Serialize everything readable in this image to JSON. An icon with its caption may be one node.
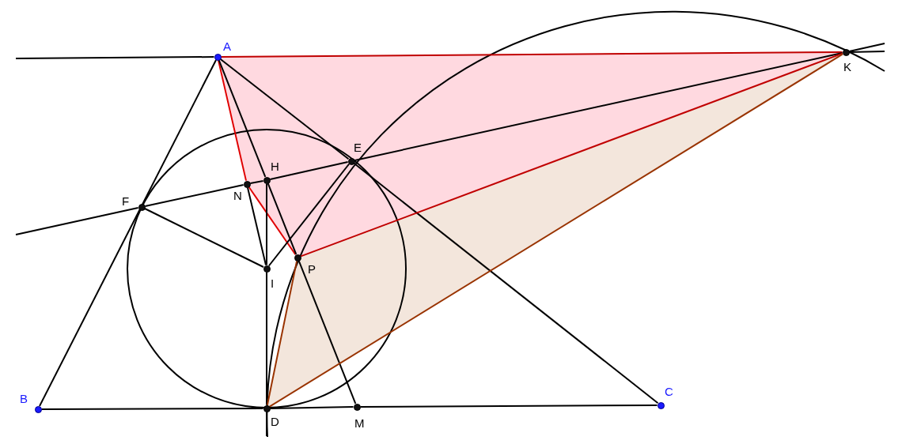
{
  "diagram": {
    "nodes": [
      {
        "text": [
          "A"
        ]
      },
      {
        "text": [
          "K"
        ]
      },
      {
        "text": [
          "E"
        ]
      },
      {
        "text": [
          "H"
        ]
      },
      {
        "text": [
          "N"
        ]
      },
      {
        "text": [
          "F"
        ]
      },
      {
        "text": [
          "P"
        ]
      },
      {
        "text": [
          "I"
        ]
      },
      {
        "text": [
          "B"
        ]
      },
      {
        "text": [
          "C"
        ]
      },
      {
        "text": [
          "D"
        ]
      },
      {
        "text": [
          "M"
        ]
      }
    ],
    "edges": [
      {
        "from": null,
        "to": 0,
        "arrow": "none"
      },
      {
        "from": 0,
        "to": 1,
        "arrow": "none",
        "color": "#c00000"
      },
      {
        "from": 1,
        "to": null,
        "arrow": "none"
      },
      {
        "from": 0,
        "to": 8,
        "arrow": "none"
      },
      {
        "from": 8,
        "to": 10,
        "arrow": "none"
      },
      {
        "from": 10,
        "to": 11,
        "arrow": "none"
      },
      {
        "from": 11,
        "to": 9,
        "arrow": "none"
      },
      {
        "from": 0,
        "to": 2,
        "arrow": "none"
      },
      {
        "from": 2,
        "to": 9,
        "arrow": "none"
      },
      {
        "from": null,
        "to": 5,
        "arrow": "none"
      },
      {
        "from": 5,
        "to": 4,
        "arrow": "none"
      },
      {
        "from": 4,
        "to": 3,
        "arrow": "none"
      },
      {
        "from": 3,
        "to": 2,
        "arrow": "none"
      },
      {
        "from": 2,
        "to": 1,
        "arrow": "none"
      },
      {
        "from": 1,
        "to": null,
        "arrow": "none"
      },
      {
        "from": 0,
        "to": 4,
        "arrow": "none",
        "color": "#e00000"
      },
      {
        "from": 4,
        "to": 6,
        "arrow": "none",
        "color": "#e00000"
      },
      {
        "from": 6,
        "to": 1,
        "arrow": "none",
        "color": "#c00000"
      },
      {
        "from": 0,
        "to": 3,
        "arrow": "none"
      },
      {
        "from": 3,
        "to": 6,
        "arrow": "none"
      },
      {
        "from": 6,
        "to": 11,
        "arrow": "none"
      },
      {
        "from": 3,
        "to": 7,
        "arrow": "none"
      },
      {
        "from": 7,
        "to": 10,
        "arrow": "none"
      },
      {
        "from": 10,
        "to": null,
        "arrow": "none"
      },
      {
        "from": 5,
        "to": 7,
        "arrow": "none"
      },
      {
        "from": 7,
        "to": 2,
        "arrow": "none"
      },
      {
        "from": 4,
        "to": 7,
        "arrow": "none"
      },
      {
        "from": 10,
        "to": 6,
        "arrow": "none",
        "color": "#993300"
      },
      {
        "from": 10,
        "to": 1,
        "arrow": "none",
        "color": "#993300"
      }
    ]
  }
}
